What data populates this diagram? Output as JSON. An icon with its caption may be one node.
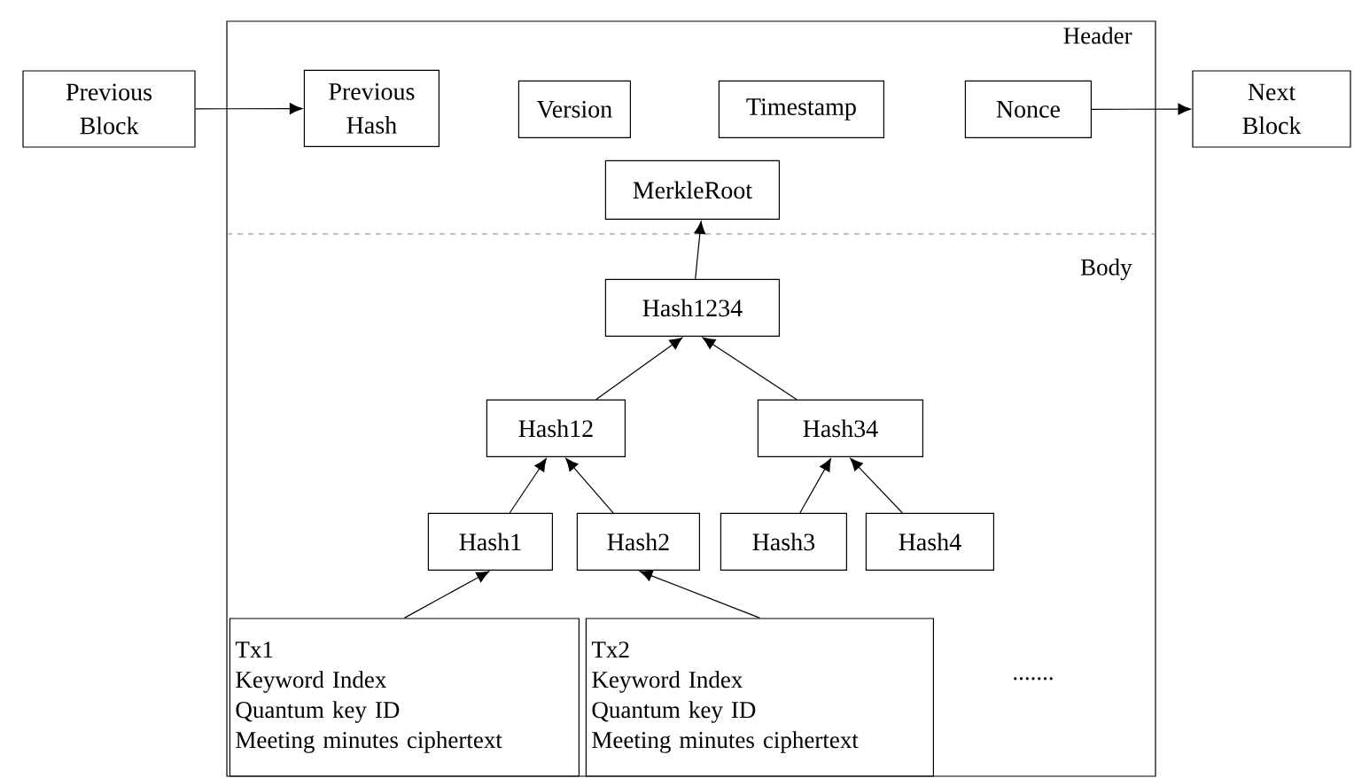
{
  "diagram": {
    "nodes": [
      {
        "text": [
          "Header",
          "Body"
        ]
      },
      {
        "text": [
          "Previous Block"
        ]
      },
      {
        "text": [
          "Previous Hash"
        ],
        "in": 0
      },
      {
        "text": [
          "Version"
        ],
        "in": 0
      },
      {
        "text": [
          "Timestamp"
        ],
        "in": 0
      },
      {
        "text": [
          "Nonce"
        ],
        "in": 0
      },
      {
        "text": [
          "Next Block"
        ]
      },
      {
        "text": [
          "MerkleRoot"
        ],
        "in": 0
      },
      {
        "text": [
          "Hash1234"
        ],
        "in": 0
      },
      {
        "text": [
          "Hash12"
        ],
        "in": 0
      },
      {
        "text": [
          "Hash34"
        ],
        "in": 0
      },
      {
        "text": [
          "Hash1"
        ],
        "in": 0
      },
      {
        "text": [
          "Hash2"
        ],
        "in": 0
      },
      {
        "text": [
          "Hash3"
        ],
        "in": 0
      },
      {
        "text": [
          "Hash4"
        ],
        "in": 0
      },
      {
        "text": [
          "Tx1",
          "Keyword Index",
          "Quantum key ID",
          "Meeting minutes ciphertext"
        ],
        "in": 0
      },
      {
        "text": [
          "Tx2",
          "Keyword Index",
          "Quantum key ID",
          "Meeting minutes ciphertext"
        ],
        "in": 0
      }
    ],
    "edges": [
      {
        "from": 1,
        "to": 2,
        "arrow": "to"
      },
      {
        "from": 5,
        "to": 6,
        "arrow": "to"
      },
      {
        "from": 8,
        "to": 7,
        "arrow": "to"
      },
      {
        "from": 9,
        "to": 8,
        "arrow": "to"
      },
      {
        "from": 10,
        "to": 8,
        "arrow": "to"
      },
      {
        "from": 11,
        "to": 9,
        "arrow": "to"
      },
      {
        "from": 12,
        "to": 9,
        "arrow": "to"
      },
      {
        "from": 13,
        "to": 10,
        "arrow": "to"
      },
      {
        "from": 14,
        "to": 10,
        "arrow": "to"
      },
      {
        "from": 15,
        "to": 11,
        "arrow": "to"
      },
      {
        "from": 16,
        "to": 12,
        "arrow": "to"
      }
    ],
    "labels": [
      "......."
    ]
  }
}
